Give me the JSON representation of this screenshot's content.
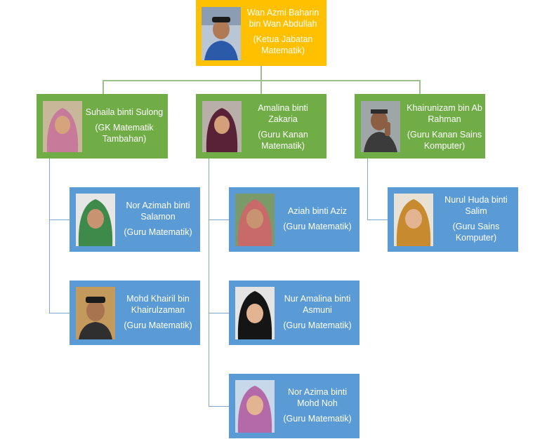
{
  "head": {
    "name": "Wan Azmi Baharin bin Wan Abdullah",
    "role": "(Ketua Jabatan Matematik)",
    "photo": "head-portrait-icon"
  },
  "branches": [
    {
      "name": "Suhaila binti Sulong",
      "role": "(GK Matematik Tambahan)",
      "photo": "portrait-icon",
      "members": [
        {
          "name": "Nor Azimah binti Salamon",
          "role": "(Guru Matematik)",
          "photo": "portrait-icon"
        },
        {
          "name": "Mohd Khairil bin Khairulzaman",
          "role": "(Guru Matematik)",
          "photo": "portrait-icon"
        }
      ]
    },
    {
      "name": "Amalina binti Zakaria",
      "role": "(Guru Kanan Matematik)",
      "photo": "portrait-icon",
      "members": [
        {
          "name": "Aziah binti Aziz",
          "role": "(Guru Matematik)",
          "photo": "portrait-icon"
        },
        {
          "name": "Nur Amalina binti Asmuni",
          "role": "(Guru Matematik)",
          "photo": "portrait-icon"
        },
        {
          "name": "Nor Azima binti Mohd Noh",
          "role": "(Guru Matematik)",
          "photo": "portrait-icon"
        }
      ]
    },
    {
      "name": "Khairunizam bin Ab Rahman",
      "role": "(Guru Kanan Sains Komputer)",
      "photo": "portrait-icon",
      "members": [
        {
          "name": "Nurul Huda binti Salim",
          "role": "(Guru Sains Komputer)",
          "photo": "portrait-icon"
        }
      ]
    }
  ],
  "colors": {
    "head": "#ffc000",
    "level2": "#70ad47",
    "level3": "#5b9bd5",
    "connector_green": "#9dc08b",
    "connector_blue": "#7fa7d1"
  }
}
